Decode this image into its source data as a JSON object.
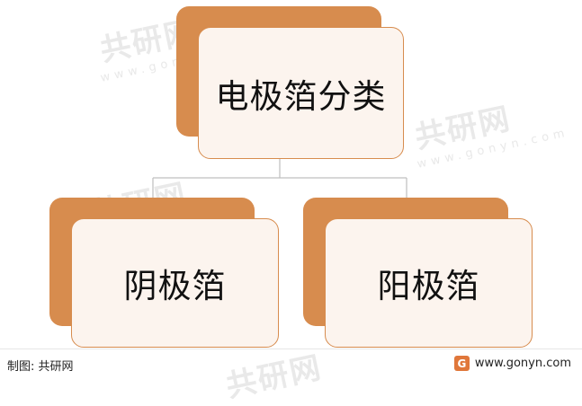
{
  "watermark": {
    "text": "共研网",
    "url": "www.gonyn.com"
  },
  "diagram": {
    "root": {
      "label": "电极箔分类"
    },
    "children": [
      {
        "label": "阴极箔"
      },
      {
        "label": "阳极箔"
      }
    ]
  },
  "footer": {
    "source": "制图: 共研网",
    "brand_logo_glyph": "G",
    "website": "www.gonyn.com"
  },
  "colors": {
    "accent": "#d78c4e",
    "card_fill": "#fcf4ee",
    "connector": "#bfbfbf"
  }
}
